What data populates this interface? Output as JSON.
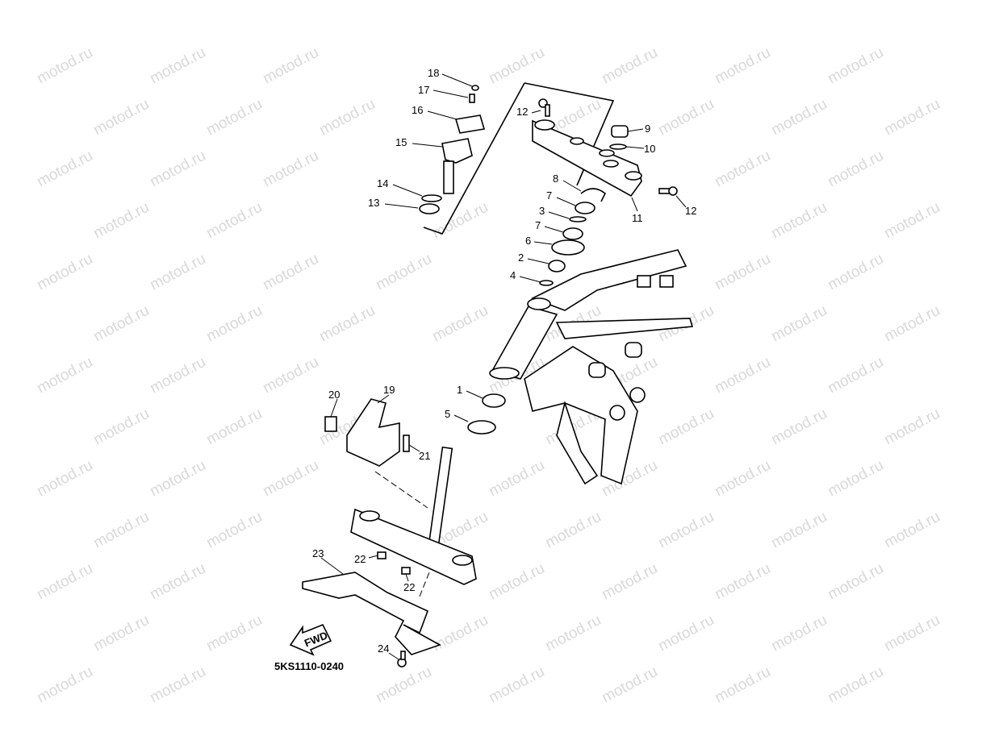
{
  "watermark": "motod.ru",
  "diagram_code": "5KS1110-0240",
  "fwd_label": "FWD",
  "callouts": [
    {
      "id": "c18",
      "label": "18"
    },
    {
      "id": "c17",
      "label": "17"
    },
    {
      "id": "c16",
      "label": "16"
    },
    {
      "id": "c15",
      "label": "15"
    },
    {
      "id": "c14",
      "label": "14"
    },
    {
      "id": "c13",
      "label": "13"
    },
    {
      "id": "c12a",
      "label": "12"
    },
    {
      "id": "c9",
      "label": "9"
    },
    {
      "id": "c10",
      "label": "10"
    },
    {
      "id": "c8",
      "label": "8"
    },
    {
      "id": "c7a",
      "label": "7"
    },
    {
      "id": "c3",
      "label": "3"
    },
    {
      "id": "c7b",
      "label": "7"
    },
    {
      "id": "c6",
      "label": "6"
    },
    {
      "id": "c2",
      "label": "2"
    },
    {
      "id": "c4",
      "label": "4"
    },
    {
      "id": "c11",
      "label": "11"
    },
    {
      "id": "c12b",
      "label": "12"
    },
    {
      "id": "c1",
      "label": "1"
    },
    {
      "id": "c5",
      "label": "5"
    },
    {
      "id": "c20",
      "label": "20"
    },
    {
      "id": "c19",
      "label": "19"
    },
    {
      "id": "c21",
      "label": "21"
    },
    {
      "id": "c23",
      "label": "23"
    },
    {
      "id": "c22a",
      "label": "22"
    },
    {
      "id": "c22b",
      "label": "22"
    },
    {
      "id": "c24",
      "label": "24"
    }
  ]
}
